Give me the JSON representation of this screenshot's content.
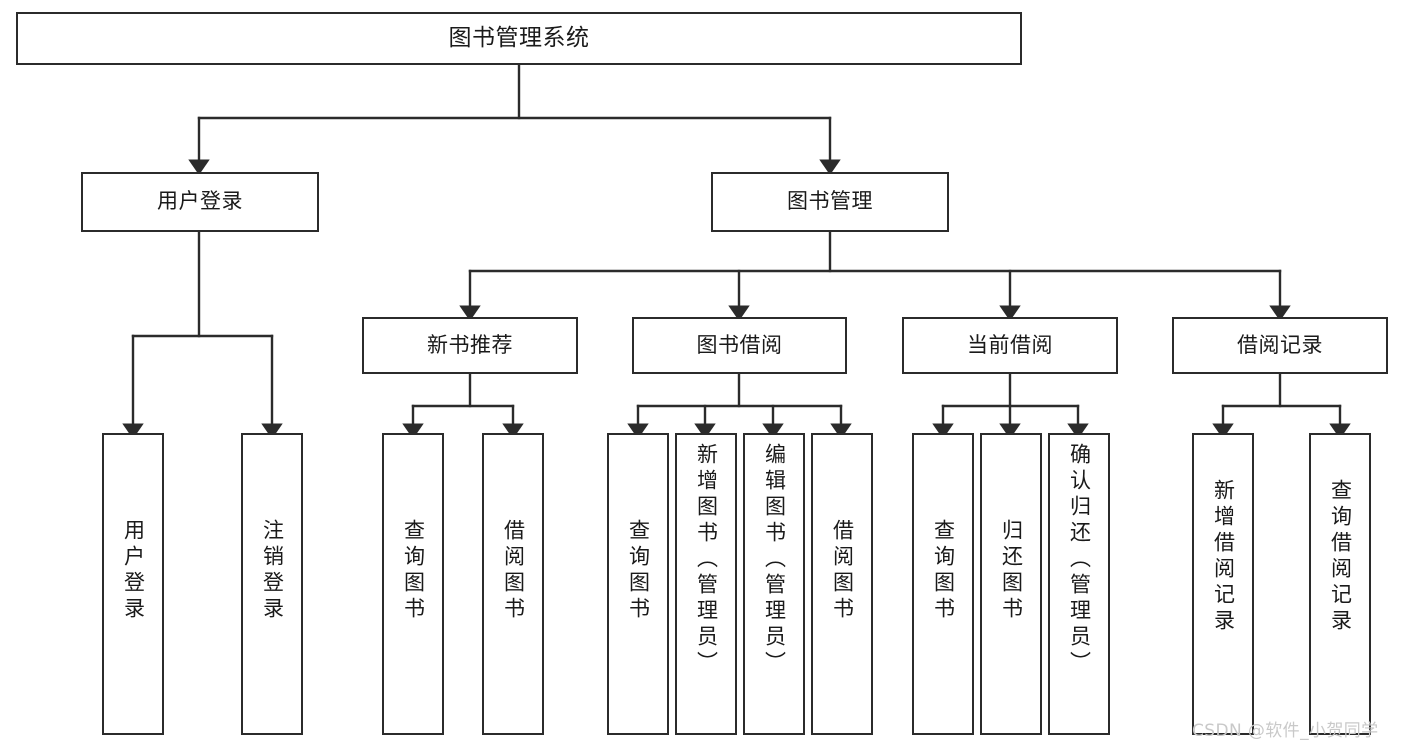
{
  "diagram": {
    "title": "图书管理系统",
    "type": "hierarchy-tree",
    "stroke_color": "#2b2b2b",
    "fill_color": "#ffffff",
    "background": "#ffffff"
  },
  "nodes": {
    "root": {
      "label": "图书管理系统"
    },
    "level2": [
      {
        "id": "user-login",
        "label": "用户登录"
      },
      {
        "id": "book-manage",
        "label": "图书管理"
      }
    ],
    "level3": [
      {
        "id": "new-book-recommend",
        "label": "新书推荐"
      },
      {
        "id": "book-borrow",
        "label": "图书借阅"
      },
      {
        "id": "current-borrow",
        "label": "当前借阅"
      },
      {
        "id": "borrow-record",
        "label": "借阅记录"
      }
    ],
    "leaves": [
      {
        "id": "leaf-user-login",
        "label": "用户登录",
        "parent": "user-login"
      },
      {
        "id": "leaf-logout-login",
        "label": "注销登录",
        "parent": "user-login"
      },
      {
        "id": "leaf-query-book-1",
        "label": "查询图书",
        "parent": "new-book-recommend"
      },
      {
        "id": "leaf-borrow-book-1",
        "label": "借阅图书",
        "parent": "new-book-recommend"
      },
      {
        "id": "leaf-query-book-2",
        "label": "查询图书",
        "parent": "book-borrow"
      },
      {
        "id": "leaf-add-book",
        "label": "新增图书（管理员）",
        "parent": "book-borrow"
      },
      {
        "id": "leaf-edit-book",
        "label": "编辑图书（管理员）",
        "parent": "book-borrow"
      },
      {
        "id": "leaf-borrow-book-2",
        "label": "借阅图书",
        "parent": "book-borrow"
      },
      {
        "id": "leaf-query-book-3",
        "label": "查询图书",
        "parent": "current-borrow"
      },
      {
        "id": "leaf-return-book",
        "label": "归还图书",
        "parent": "current-borrow"
      },
      {
        "id": "leaf-confirm-return",
        "label": "确认归还（管理员）",
        "parent": "current-borrow"
      },
      {
        "id": "leaf-add-record",
        "label": "新增借阅记录",
        "parent": "borrow-record"
      },
      {
        "id": "leaf-query-record",
        "label": "查询借阅记录",
        "parent": "borrow-record"
      }
    ]
  },
  "watermark": {
    "text": "CSDN @软件_小贺同学"
  }
}
